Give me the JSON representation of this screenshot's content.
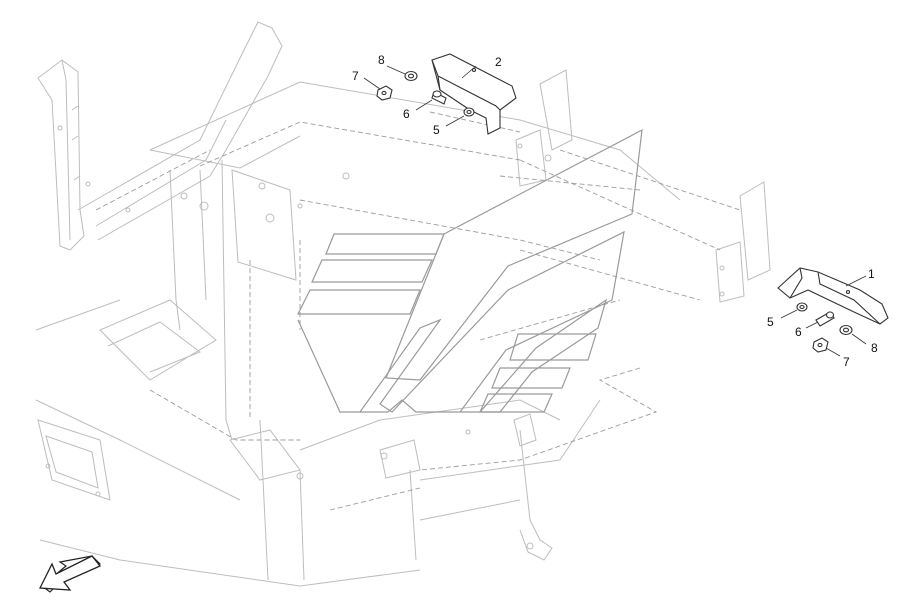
{
  "diagram": {
    "callouts": [
      {
        "id": "c8a",
        "label": "8"
      },
      {
        "id": "c7a",
        "label": "7"
      },
      {
        "id": "c2",
        "label": "2"
      },
      {
        "id": "c6a",
        "label": "6"
      },
      {
        "id": "c5a",
        "label": "5"
      },
      {
        "id": "c1",
        "label": "1"
      },
      {
        "id": "c5b",
        "label": "5"
      },
      {
        "id": "c6b",
        "label": "6"
      },
      {
        "id": "c8b",
        "label": "8"
      },
      {
        "id": "c7b",
        "label": "7"
      }
    ]
  },
  "colors": {
    "outline": "#333333",
    "ghost": "#bdbdbd",
    "watermark": "#9a9a9a"
  },
  "icons": {
    "direction_arrow": "arrow-down-left-icon",
    "watermark": "brand-watermark-logo"
  }
}
